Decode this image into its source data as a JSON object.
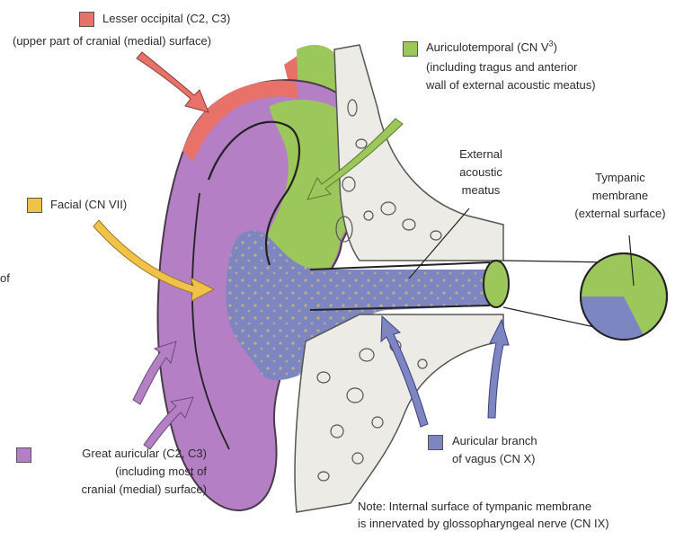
{
  "colors": {
    "lesser_occipital": "#e8716a",
    "great_auricular": "#b47fc4",
    "auriculotemporal": "#9cc75a",
    "vagus": "#7d86c0",
    "facial": "#f0c24a",
    "bone": "#ecebe6"
  },
  "labels": {
    "lesser_occipital": {
      "line1": "Lesser occipital (C2, C3)",
      "line2": "(upper part of cranial (medial) surface)"
    },
    "auriculotemporal": {
      "line1_main": "Auriculotemporal (CN V",
      "line1_sup": "3",
      "line1_end": ")",
      "line2": "(including tragus and anterior",
      "line3": "wall of external acoustic meatus)"
    },
    "facial": {
      "line1": "Facial (CN VII)"
    },
    "external_acoustic_meatus": {
      "line1": "External",
      "line2": "acoustic",
      "line3": "meatus"
    },
    "tympanic_membrane": {
      "line1": "Tympanic",
      "line2": "membrane",
      "line3": "(external surface)"
    },
    "great_auricular": {
      "line1": "Great auricular (C2, C3)",
      "line2": "(including most of",
      "line3": "cranial (medial) surface)"
    },
    "vagus": {
      "line1": "Auricular branch",
      "line2": "of vagus (CN X)"
    },
    "note": {
      "line1": "Note: Internal surface of tympanic membrane",
      "line2": "is innervated by glossopharyngeal nerve (CN IX)"
    },
    "edge_left": {
      "line1": "of"
    }
  }
}
